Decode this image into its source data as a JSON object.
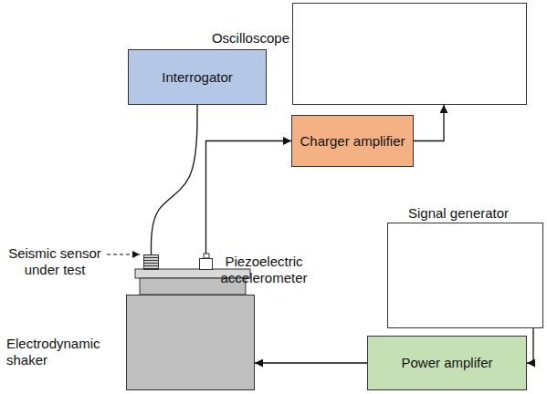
{
  "diagram": {
    "nodes": [
      {
        "text": [
          "Oscilloscope"
        ]
      },
      {
        "text": [
          "Interrogator"
        ]
      },
      {
        "text": [
          "Charger amplifier"
        ]
      },
      {
        "text": [
          "Signal generator"
        ]
      },
      {
        "text": [
          "Seismic sensor under test"
        ]
      },
      {
        "text": [
          "Piezoelectric accelerometer"
        ]
      },
      {
        "text": [
          "Electrodynamic shaker"
        ]
      },
      {
        "text": [
          "Power amplifer"
        ]
      }
    ],
    "edges": [
      {
        "from": 1,
        "to": 4,
        "arrow": "none"
      },
      {
        "from": 5,
        "to": 2,
        "arrow": "to"
      },
      {
        "from": 2,
        "to": 0,
        "arrow": "to"
      },
      {
        "from": 3,
        "to": 7,
        "arrow": "to"
      },
      {
        "from": 7,
        "to": 6,
        "arrow": "to"
      }
    ]
  }
}
